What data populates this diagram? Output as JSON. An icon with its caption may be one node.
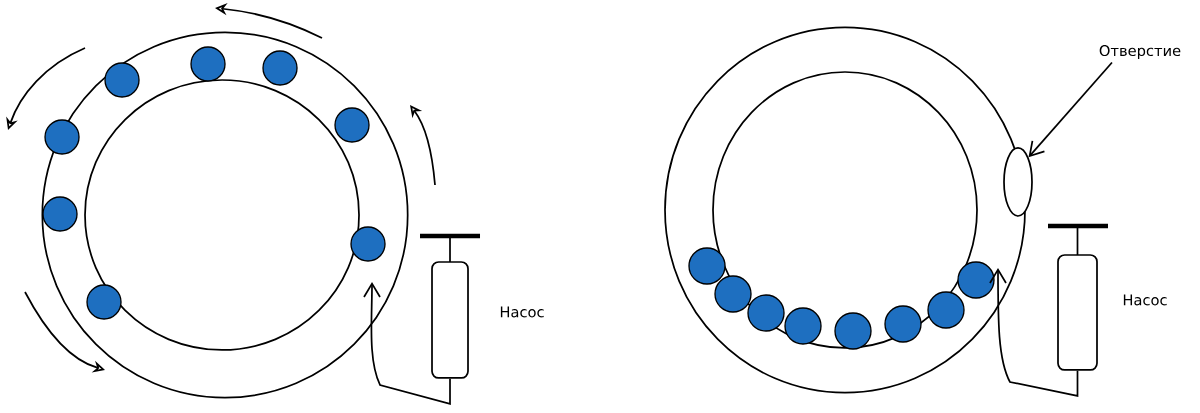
{
  "diagram": {
    "nodes": [
      {
        "text": [],
        "shape": "circle"
      },
      {
        "text": [],
        "shape": "syringe",
        "beside": [
          "Насос"
        ]
      },
      {
        "text": [],
        "shape": "circle"
      },
      {
        "text": [],
        "shape": "circle",
        "in": 2
      },
      {
        "text": [],
        "shape": "syringe",
        "beside": [
          "Насос"
        ]
      },
      {
        "text": [
          "Отверстие"
        ]
      }
    ],
    "edges": [
      {
        "from": 1,
        "to": 0,
        "arrow": "to"
      },
      {
        "from": 4,
        "to": 2,
        "arrow": "to"
      },
      {
        "from": 5,
        "to": 3,
        "arrow": "to"
      }
    ]
  }
}
